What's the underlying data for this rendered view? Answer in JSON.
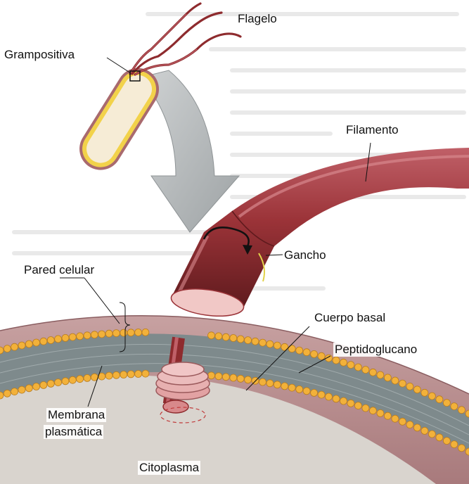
{
  "figure": {
    "labels": {
      "grampositiva": "Grampositiva",
      "flagelo": "Flagelo",
      "filamento": "Filamento",
      "gancho": "Gancho",
      "pared_celular": "Pared celular",
      "cuerpo_basal": "Cuerpo basal",
      "peptidoglucano": "Peptidoglucano",
      "membrana_line1": "Membrana",
      "membrana_line2": "plasmática",
      "citoplasma": "Citoplasma"
    },
    "colors": {
      "flagellum": "#8e2b2e",
      "flagellum_light": "#c06068",
      "wall": "#b78c8c",
      "membrane_head": "#f2b13a",
      "membrane_core": "#7e8a8c",
      "cytoplasm": "#d9d4ce",
      "arrow": "#aeb2b4",
      "cell_yellow": "#f2d24a"
    }
  }
}
